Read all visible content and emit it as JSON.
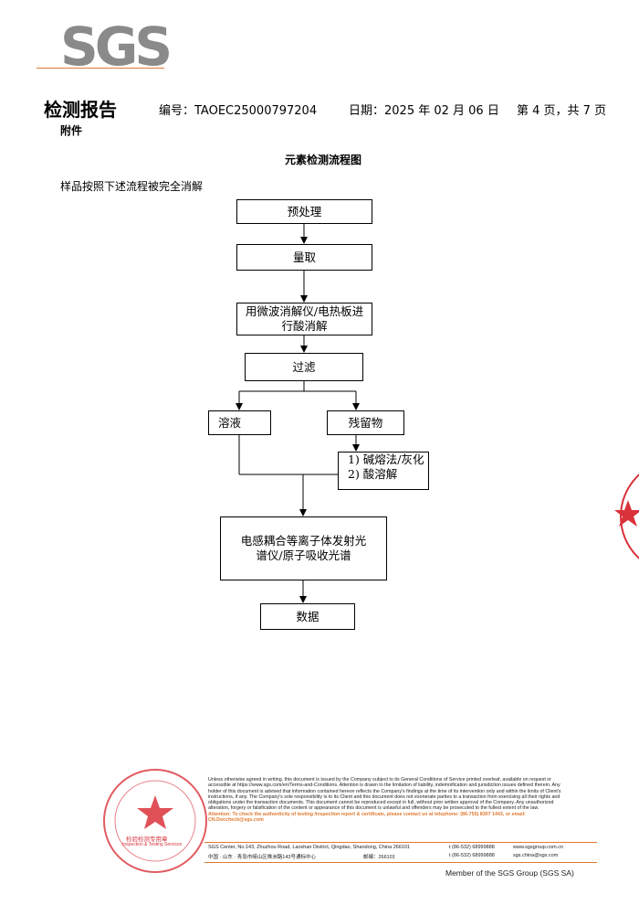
{
  "header": {
    "logo": "SGS",
    "doc_title": "检测报告",
    "report_no": "编号：TAOEC25000797204",
    "date": "日期：2025 年 02 月 06 日",
    "page": "第 4 页，共 7 页",
    "appendix": "附件"
  },
  "flowchart": {
    "title": "元素检测流程图",
    "intro": "样品按照下述流程被完全消解",
    "steps": {
      "pretreat": "预处理",
      "measure": "量取",
      "digest_line1": "用微波消解仪/电热板进",
      "digest_line2": "行酸消解",
      "filter": "过滤",
      "solution": "溶液",
      "residue": "残留物",
      "residue_method1": "1) 碱熔法/灰化",
      "residue_method2": "2) 酸溶解",
      "analysis_line1": "电感耦合等离子体发射光",
      "analysis_line2": "谱仪/原子吸收光谱",
      "data": "数据"
    }
  },
  "footer": {
    "disclaimer": "Unless otherwise agreed in writing, this document is issued by the Company subject to its General Conditions of Service printed overleaf, available on request or accessible at https://www.sgs.com/en/Terms-and-Conditions. Attention is drawn to the limitation of liability, indemnification and jurisdiction issues defined therein. Any holder of this document is advised that information contained hereon reflects the Company's findings at the time of its intervention only and within the limits of Client's instructions, if any. The Company's sole responsibility is to its Client and this document does not exonerate parties to a transaction from exercising all their rights and obligations under the transaction documents. This document cannot be reproduced except in full, without prior written approval of the Company. Any unauthorized alteration, forgery or falsification of the content or appearance of this document is unlawful and offenders may be prosecuted to the fullest extent of the law.",
    "attention": "Attention: To check the authenticity of testing /inspection report & certificate, please contact us at telephone: (86-755) 8307 1443, or email: CN.Doccheck@sgs.com",
    "address_en": "SGS Center, No.143, Zhuzhou Road, Laoshan District, Qingdao, Shandong, China 266101",
    "address_cn": "中国 · 山东 · 青岛市崂山区株洲路143号通标中心",
    "postcode_cn": "邮编：266101",
    "tel1": "t (86-532) 68999888",
    "tel2": "t (86-532) 68999888",
    "web": "www.sgsgroup.com.cn",
    "email": "sgs.china@sgs.com",
    "member": "Member of the SGS Group (SGS SA)"
  },
  "stamp": {
    "center_text": "检验检测专用章",
    "sub_text": "Inspection & Testing Services"
  },
  "colors": {
    "logo_gray": "#8a8a8a",
    "accent_orange": "#e07a30",
    "stamp_red": "#d9323a"
  }
}
